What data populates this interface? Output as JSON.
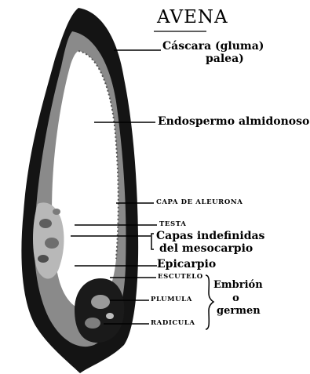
{
  "title": "AVENA",
  "labels": {
    "cascara_l1": "Cáscara (gluma)",
    "cascara_l2": "palea)",
    "endospermo": "Endospermo almidonoso",
    "aleurona": "CAPA DE ALEURONA",
    "testa": "TESTA",
    "capas_l1": "Capas indefinidas",
    "capas_l2": "del mesocarpio",
    "epicarpio": "Epicarpio",
    "escutelo": "ESCUTELO",
    "plumula": "PLUMULA",
    "radicula": "RADICULA",
    "embrion_l1": "Embrión",
    "embrion_l2": "o",
    "embrion_l3": "germen"
  }
}
